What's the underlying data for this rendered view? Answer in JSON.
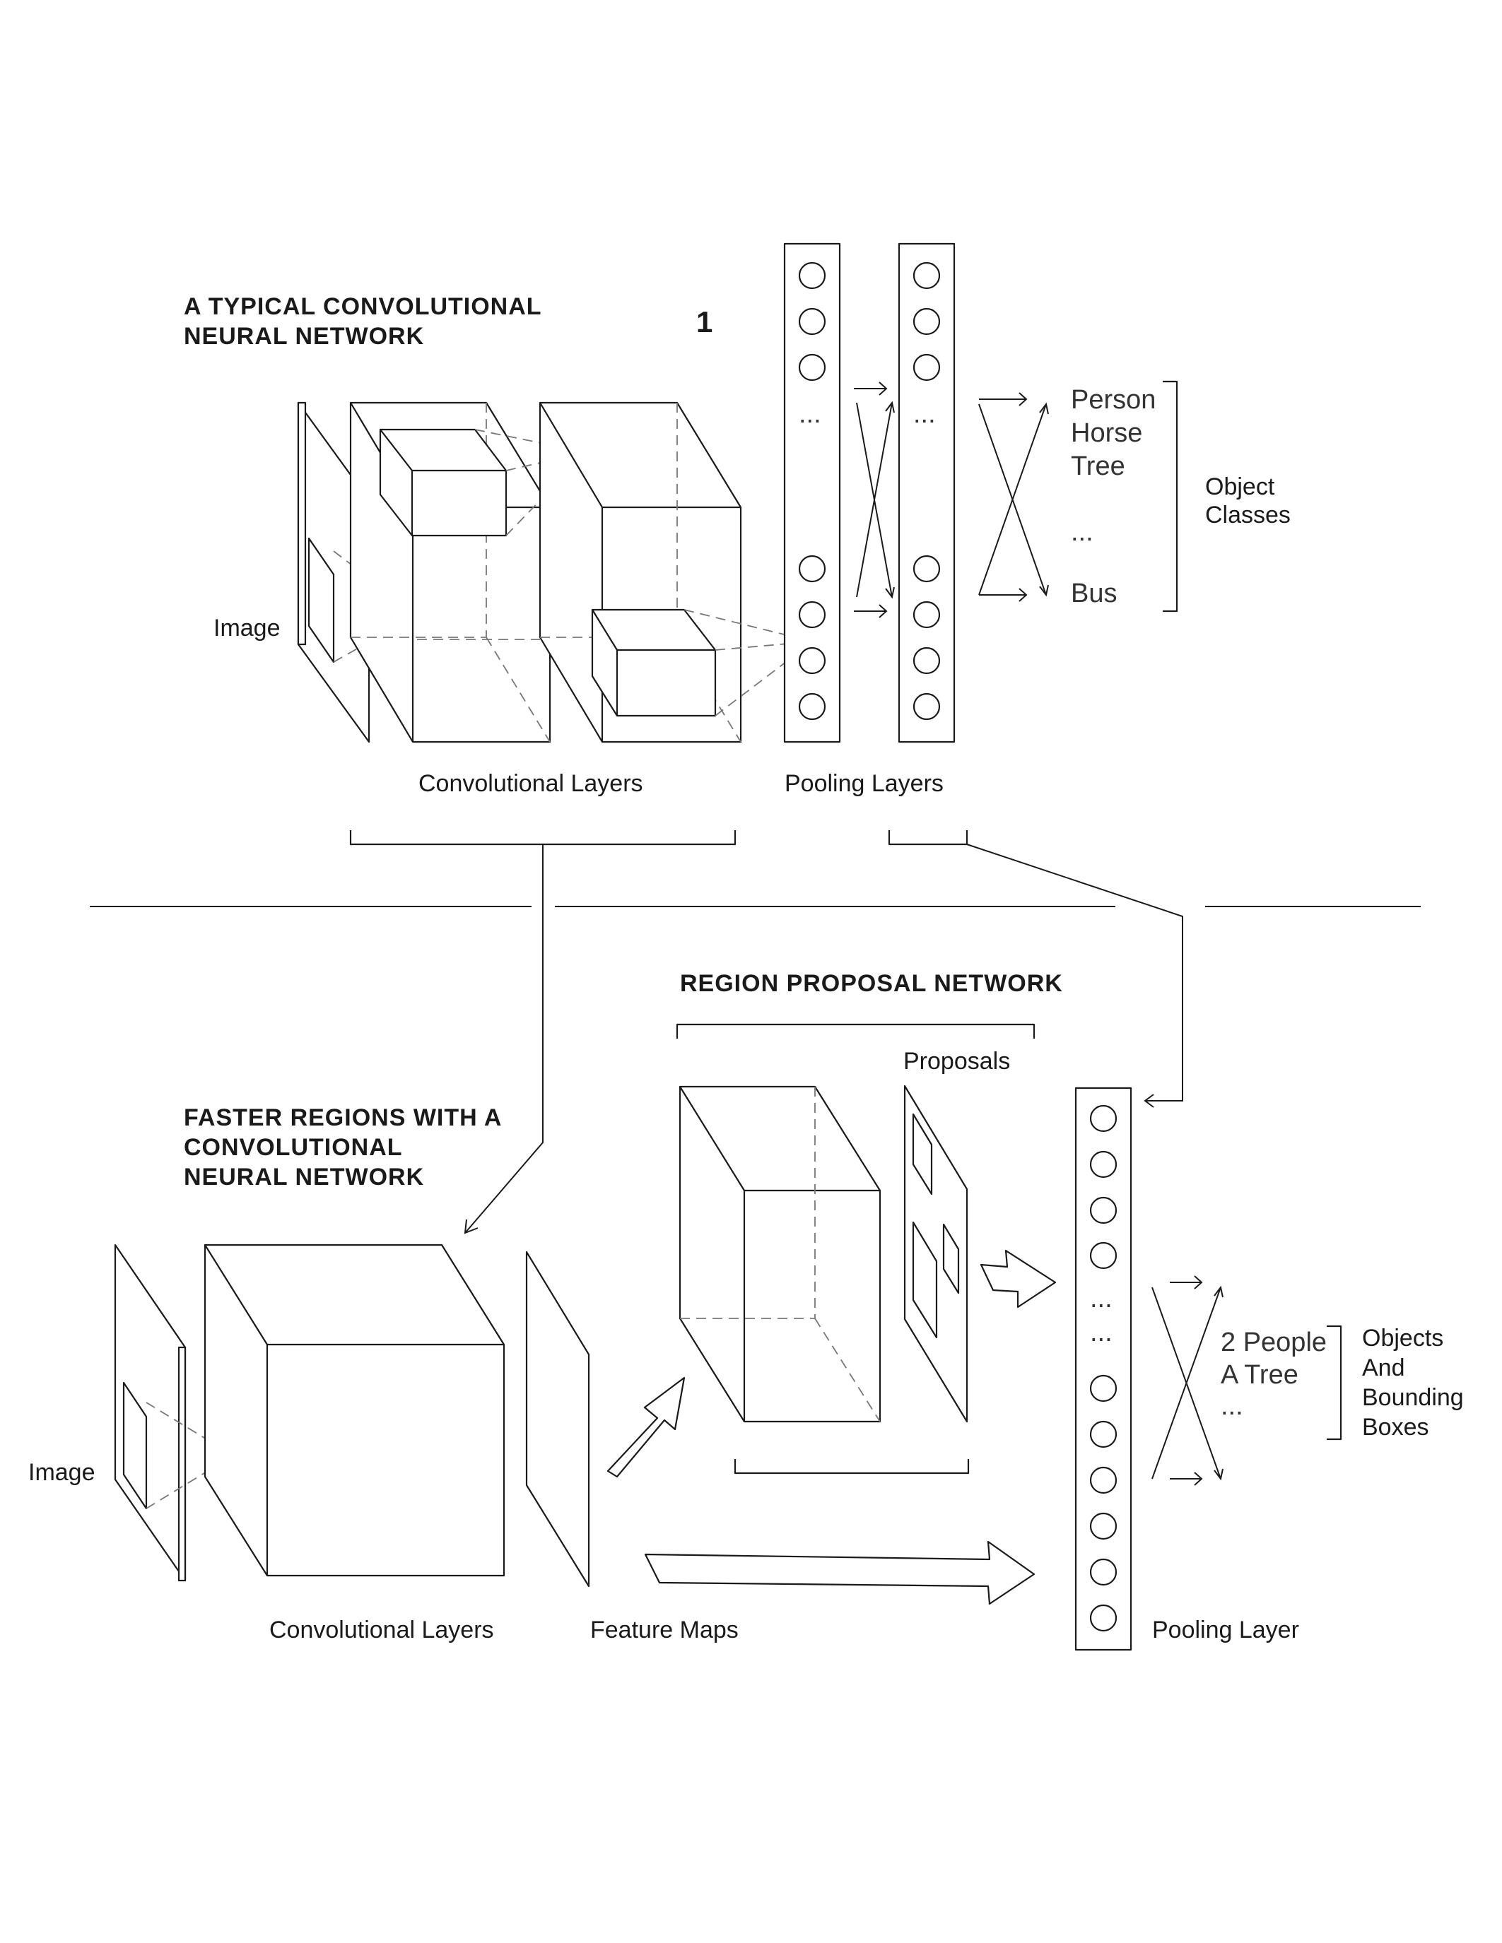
{
  "section1": {
    "title_line1": "A TYPICAL CONVOLUTIONAL",
    "title_line2": "NEURAL NETWORK",
    "number": "1",
    "image_label": "Image",
    "conv_label": "Convolutional Layers",
    "pool_label": "Pooling Layers",
    "classes": [
      "Person",
      "Horse",
      "Tree",
      "...",
      "Bus"
    ],
    "classes_caption_line1": "Object",
    "classes_caption_line2": "Classes",
    "ellipsis": "..."
  },
  "section2": {
    "title_line1": "FASTER REGIONS WITH A",
    "title_line2": "CONVOLUTIONAL",
    "title_line3": "NEURAL NETWORK",
    "rpn_title": "REGION PROPOSAL NETWORK",
    "proposals_label": "Proposals",
    "image_label": "Image",
    "conv_label": "Convolutional Layers",
    "feature_label": "Feature Maps",
    "pool_label": "Pooling Layer",
    "outputs": [
      "2 People",
      "A Tree",
      "..."
    ],
    "outputs_caption_line1": "Objects",
    "outputs_caption_line2": "And",
    "outputs_caption_line3": "Bounding",
    "outputs_caption_line4": "Boxes",
    "ellipsis": "..."
  }
}
